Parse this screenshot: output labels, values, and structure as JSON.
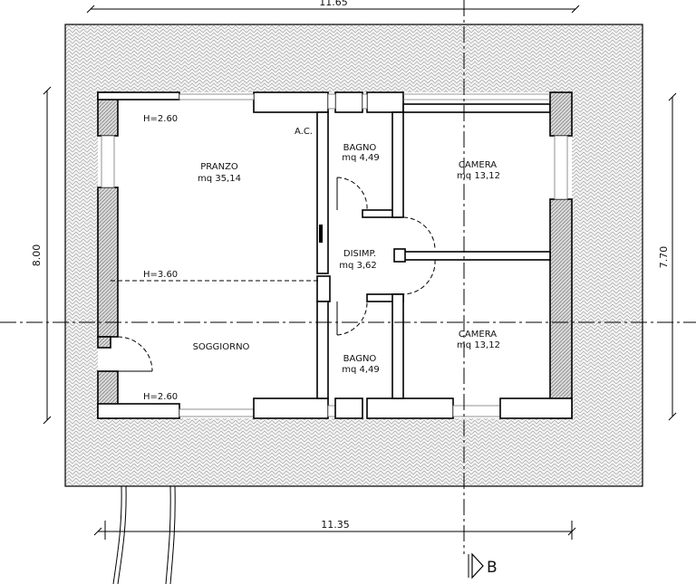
{
  "dimensions": {
    "top": "11.65",
    "bottom": "11.35",
    "left": "8.00",
    "right": "7.70"
  },
  "rooms": {
    "pranzo": {
      "name": "PRANZO",
      "area": "mq 35,14"
    },
    "soggiorno": {
      "name": "SOGGIORNO"
    },
    "bagno_top": {
      "name": "BAGNO",
      "area": "mq 4,49"
    },
    "bagno_bottom": {
      "name": "BAGNO",
      "area": "mq 4,49"
    },
    "disimpegno": {
      "name": "DISIMP.",
      "area": "mq 3,62"
    },
    "camera_top": {
      "name": "CAMERA",
      "area": "mq 13,12"
    },
    "camera_bottom": {
      "name": "CAMERA",
      "area": "mq 13,12"
    }
  },
  "labels": {
    "ac": "A.C.",
    "height_top": "H=2.60",
    "height_mid": "H=3.60",
    "height_bottom": "H=2.60",
    "section": "B"
  },
  "colors": {
    "ink": "#000000",
    "hatch": "#8a8a8a",
    "background": "#ffffff"
  }
}
